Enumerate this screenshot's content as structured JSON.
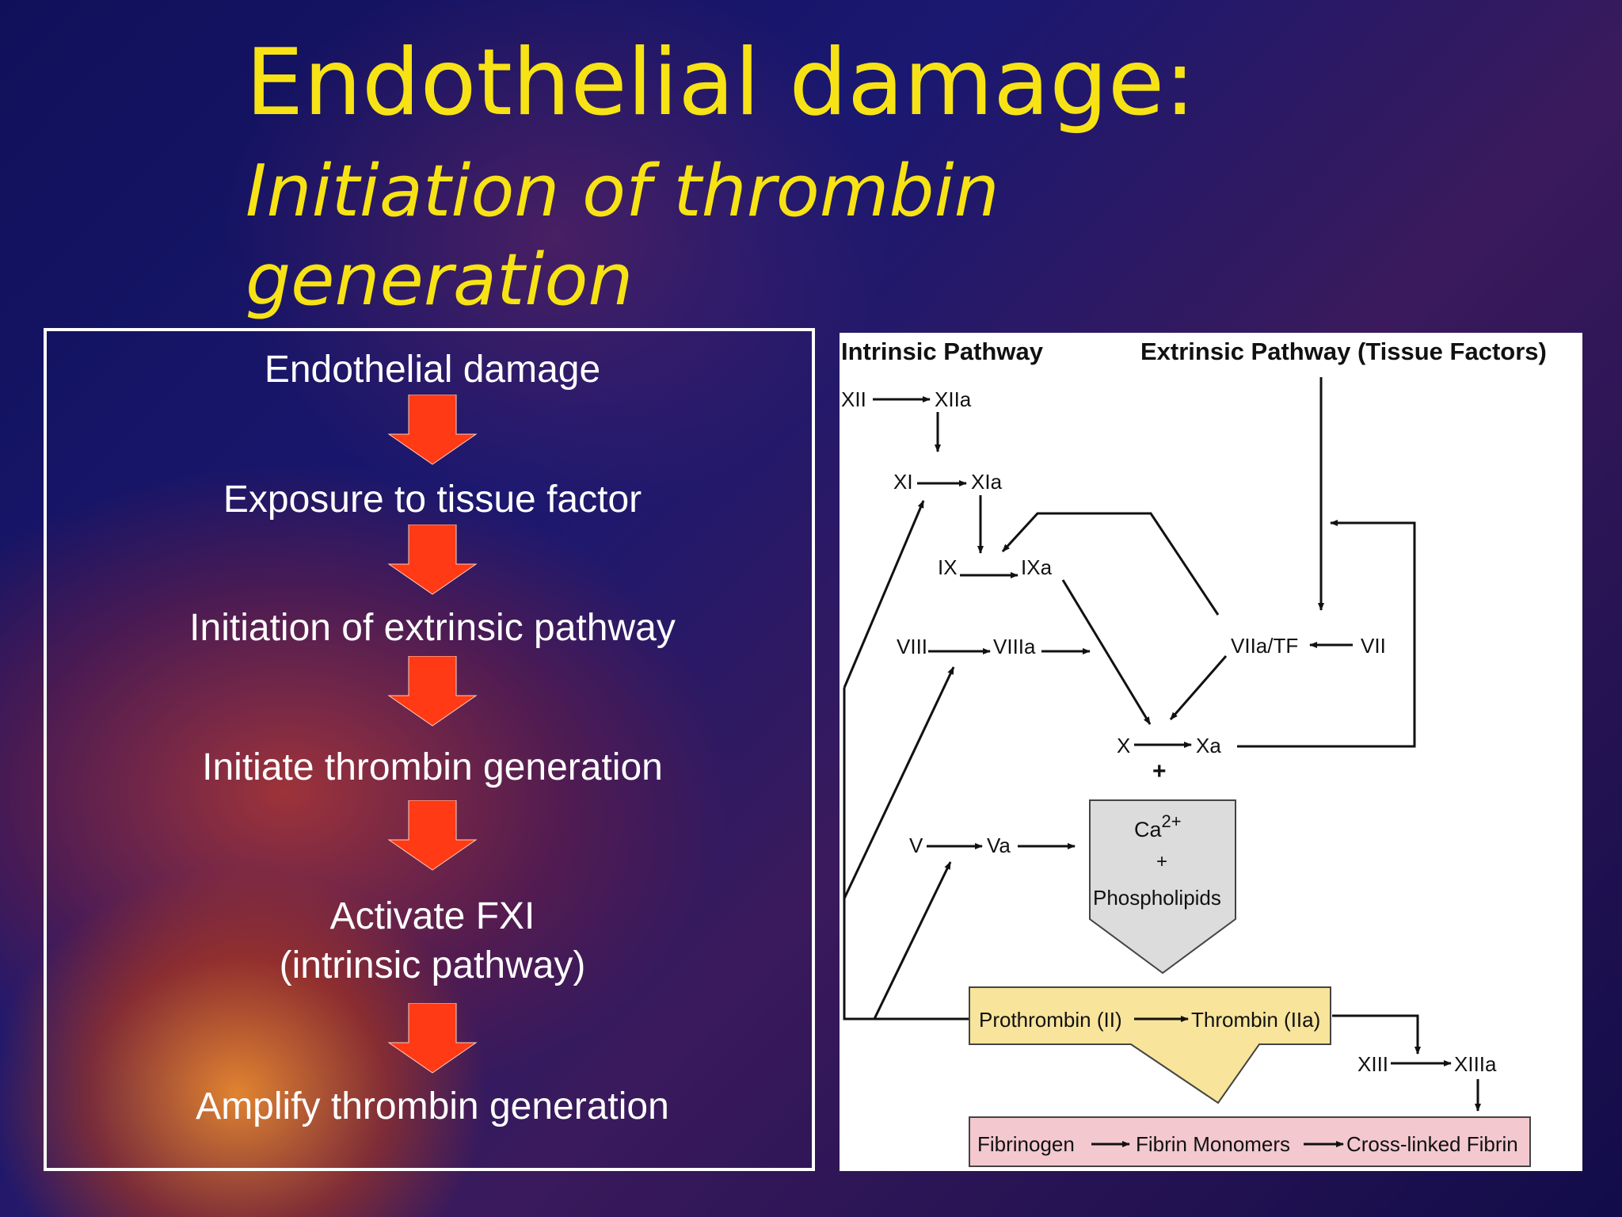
{
  "slide": {
    "title": "Endothelial damage:",
    "subtitle": "Initiation of thrombin generation"
  },
  "flow": {
    "steps": [
      "Endothelial damage",
      "Exposure to tissue factor",
      "Initiation of extrinsic pathway",
      "Initiate thrombin generation",
      "Activate FXI",
      "(intrinsic pathway)",
      "Amplify thrombin generation"
    ]
  },
  "colors": {
    "title": "#f7e315",
    "arrow": "#ff3a14",
    "ca_box": "#dcdcdc",
    "prothrombin_box": "#f8e49a",
    "fibrin_box": "#f4c8cf"
  },
  "diagram": {
    "intrinsic_header": "Intrinsic Pathway",
    "extrinsic_header": "Extrinsic Pathway (Tissue Factors)",
    "xii": "XII",
    "xiia": "XIIa",
    "xi": "XI",
    "xia": "XIa",
    "ix": "IX",
    "ixa": "IXa",
    "viii": "VIII",
    "viiia": "VIIIa",
    "viia_tf": "VIIa/TF",
    "vii": "VII",
    "x": "X",
    "xa": "Xa",
    "plus": "+",
    "v": "V",
    "va": "Va",
    "ca": "Ca",
    "ca_sup": "2+",
    "ca_plus": "+",
    "phospholipids": "Phospholipids",
    "prothrombin": "Prothrombin (II)",
    "thrombin": "Thrombin (IIa)",
    "xiii": "XIII",
    "xiiia": "XIIIa",
    "fibrinogen": "Fibrinogen",
    "fibrin_monomers": "Fibrin Monomers",
    "crosslinked": "Cross-linked Fibrin"
  }
}
